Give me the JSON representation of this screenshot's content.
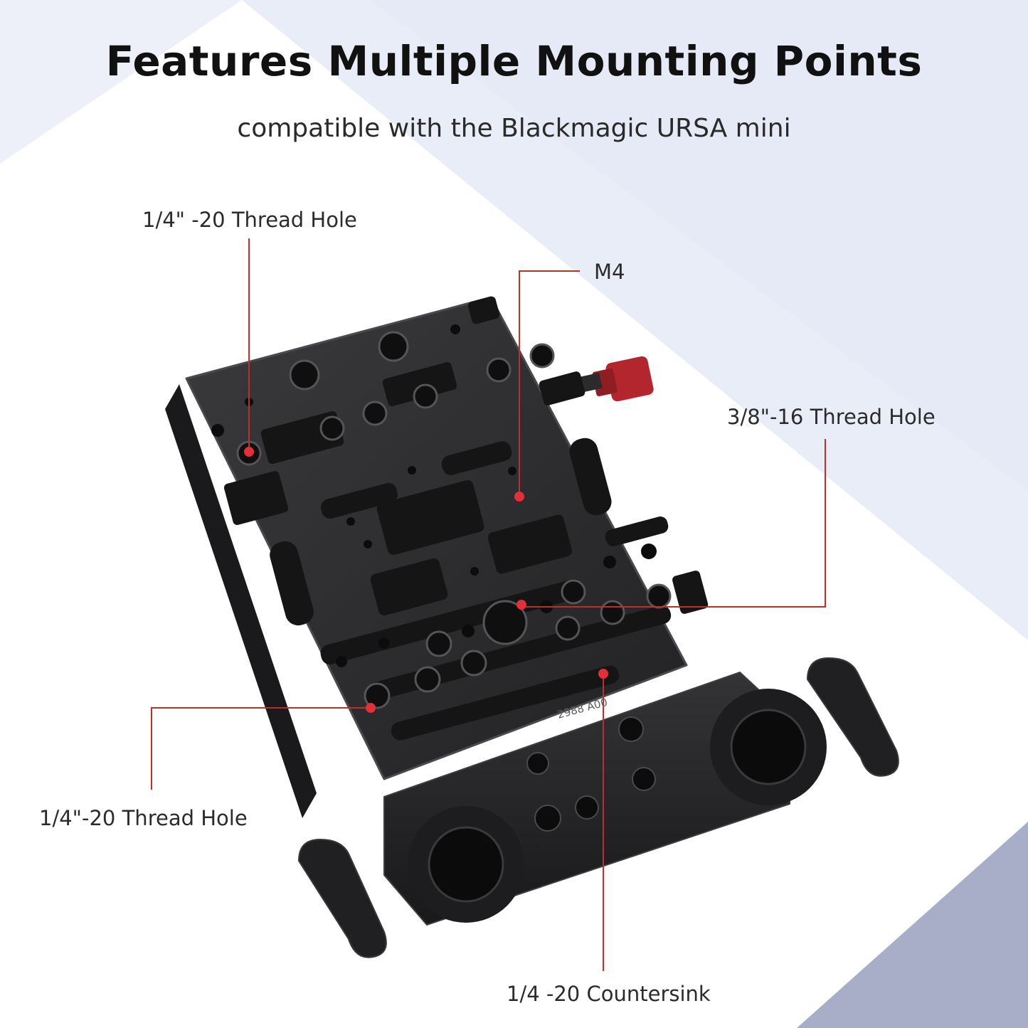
{
  "headline": "Features Multiple Mounting Points",
  "subheadline": "compatible with the Blackmagic URSA mini",
  "callouts": {
    "thread_hole_top": "1/4\" -20 Thread Hole",
    "m4": "M4",
    "thread_hole_38": "3/8\"-16 Thread Hole",
    "thread_hole_bottom": "1/4\"-20 Thread Hole",
    "countersink": "1/4 -20 Countersink"
  },
  "engraving": "2988 A00",
  "colors": {
    "background_light": "#ffffff",
    "background_band": "#e9edf7",
    "background_corner": "#a9aec8",
    "plate": "#2b2b2d",
    "plate_edge": "#3b3b3e",
    "knob": "#b3262e",
    "leader_line": "#b8312f",
    "marker_dot": "#e0303a"
  }
}
